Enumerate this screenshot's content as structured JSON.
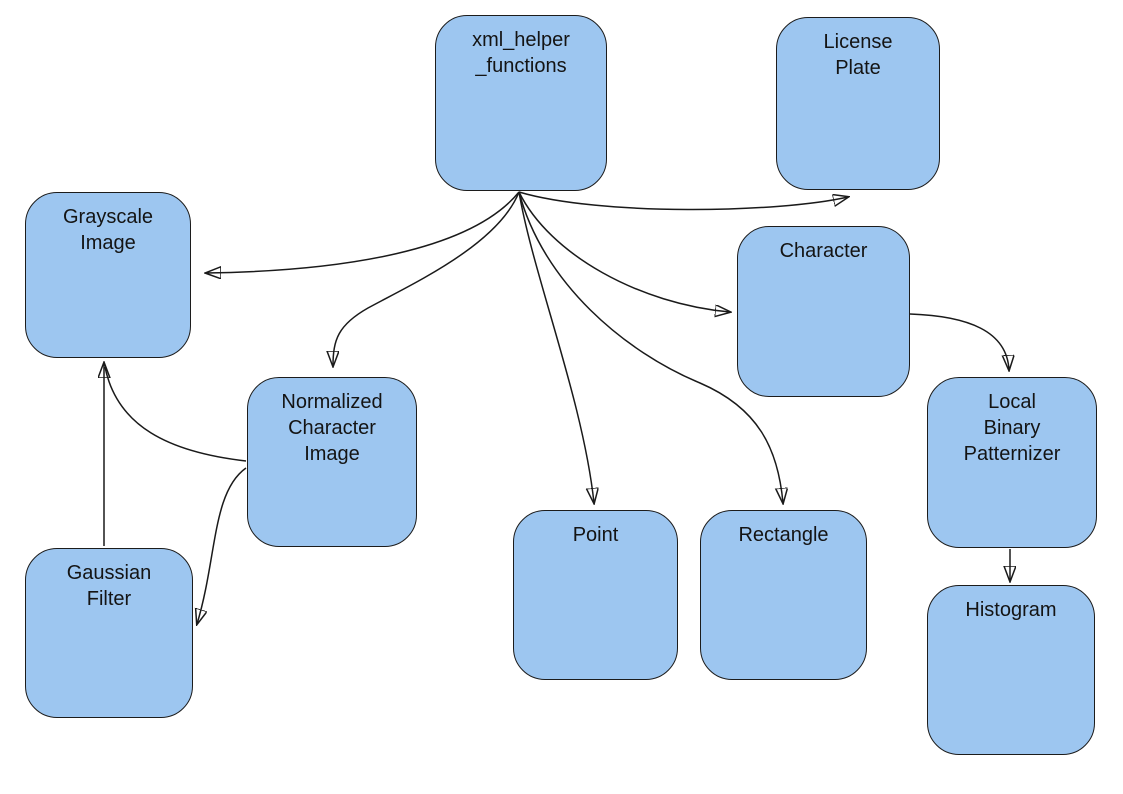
{
  "diagram": {
    "style": {
      "node_fill": "#9dc6f0",
      "node_border": "#1c1c1c",
      "edge_color": "#1a1a1a",
      "text_color": "#141414",
      "background": "#ffffff"
    },
    "nodes": {
      "xml_helper_functions": {
        "label": "xml_helper\n_functions"
      },
      "license_plate": {
        "label": "License\nPlate"
      },
      "grayscale_image": {
        "label": "Grayscale\nImage"
      },
      "character": {
        "label": "Character"
      },
      "normalized_character_image": {
        "label": "Normalized\nCharacter\nImage"
      },
      "point": {
        "label": "Point"
      },
      "rectangle": {
        "label": "Rectangle"
      },
      "gaussian_filter": {
        "label": "Gaussian\nFilter"
      },
      "local_binary_patternizer": {
        "label": "Local\nBinary\nPatternizer"
      },
      "histogram": {
        "label": "Histogram"
      }
    },
    "edges": [
      {
        "from": "xml_helper_functions",
        "to": "grayscale_image"
      },
      {
        "from": "xml_helper_functions",
        "to": "license_plate"
      },
      {
        "from": "xml_helper_functions",
        "to": "character"
      },
      {
        "from": "xml_helper_functions",
        "to": "normalized_character_image"
      },
      {
        "from": "xml_helper_functions",
        "to": "point"
      },
      {
        "from": "xml_helper_functions",
        "to": "rectangle"
      },
      {
        "from": "character",
        "to": "local_binary_patternizer"
      },
      {
        "from": "local_binary_patternizer",
        "to": "histogram"
      },
      {
        "from": "gaussian_filter",
        "to": "grayscale_image"
      },
      {
        "from": "normalized_character_image",
        "to": "grayscale_image"
      },
      {
        "from": "normalized_character_image",
        "to": "gaussian_filter"
      }
    ]
  }
}
